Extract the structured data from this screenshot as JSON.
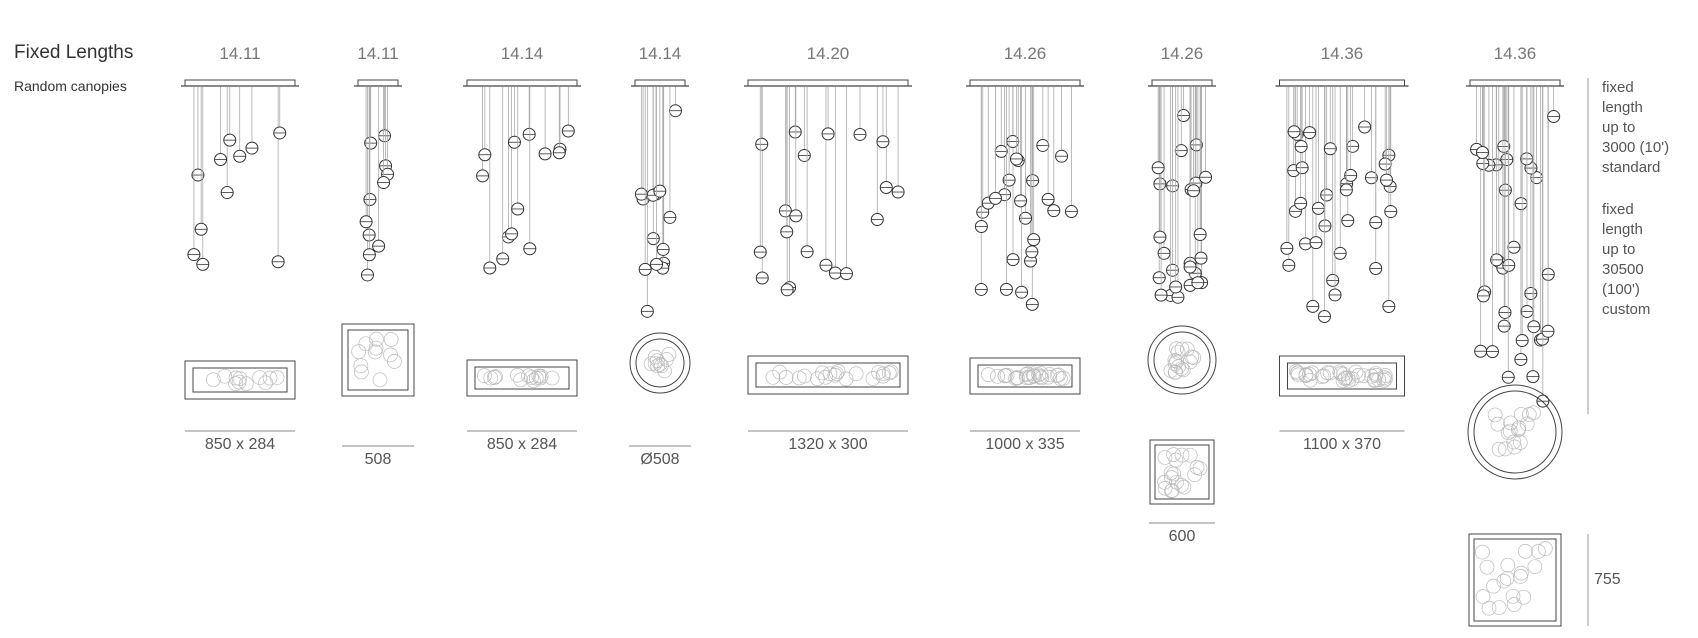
{
  "header": {
    "title": "Fixed Lengths",
    "subtitle": "Random canopies"
  },
  "side_notes": {
    "standard": "fixed\nlength\nup to\n3000 (10')\nstandard",
    "custom": "fixed\nlength\nup to\n30500\n(100')\ncustom",
    "extra_dimension": "755"
  },
  "fixtures": [
    {
      "id": "14.11-rect",
      "model": "14.11",
      "canopy": "rect",
      "dimension": "850 x 284",
      "pendants": 11
    },
    {
      "id": "14.11-square",
      "model": "14.11",
      "canopy": "square",
      "dimension": "508",
      "pendants": 11
    },
    {
      "id": "14.14-rect",
      "model": "14.14",
      "canopy": "rect",
      "dimension": "850 x 284",
      "pendants": 14
    },
    {
      "id": "14.14-round",
      "model": "14.14",
      "canopy": "round",
      "dimension": "Ø508",
      "pendants": 14
    },
    {
      "id": "14.20-rect",
      "model": "14.20",
      "canopy": "rect",
      "dimension": "1320 x 300",
      "pendants": 20
    },
    {
      "id": "14.26-rect",
      "model": "14.26",
      "canopy": "rect",
      "dimension": "1000 x 335",
      "pendants": 26
    },
    {
      "id": "14.26-round",
      "model": "14.26",
      "canopy": "round+square",
      "dimension": "600",
      "pendants": 26
    },
    {
      "id": "14.36-rect",
      "model": "14.36",
      "canopy": "rect",
      "dimension": "1100 x 370",
      "pendants": 36
    },
    {
      "id": "14.36-round",
      "model": "14.36",
      "canopy": "round+square",
      "dimension": "",
      "pendants": 36
    }
  ]
}
